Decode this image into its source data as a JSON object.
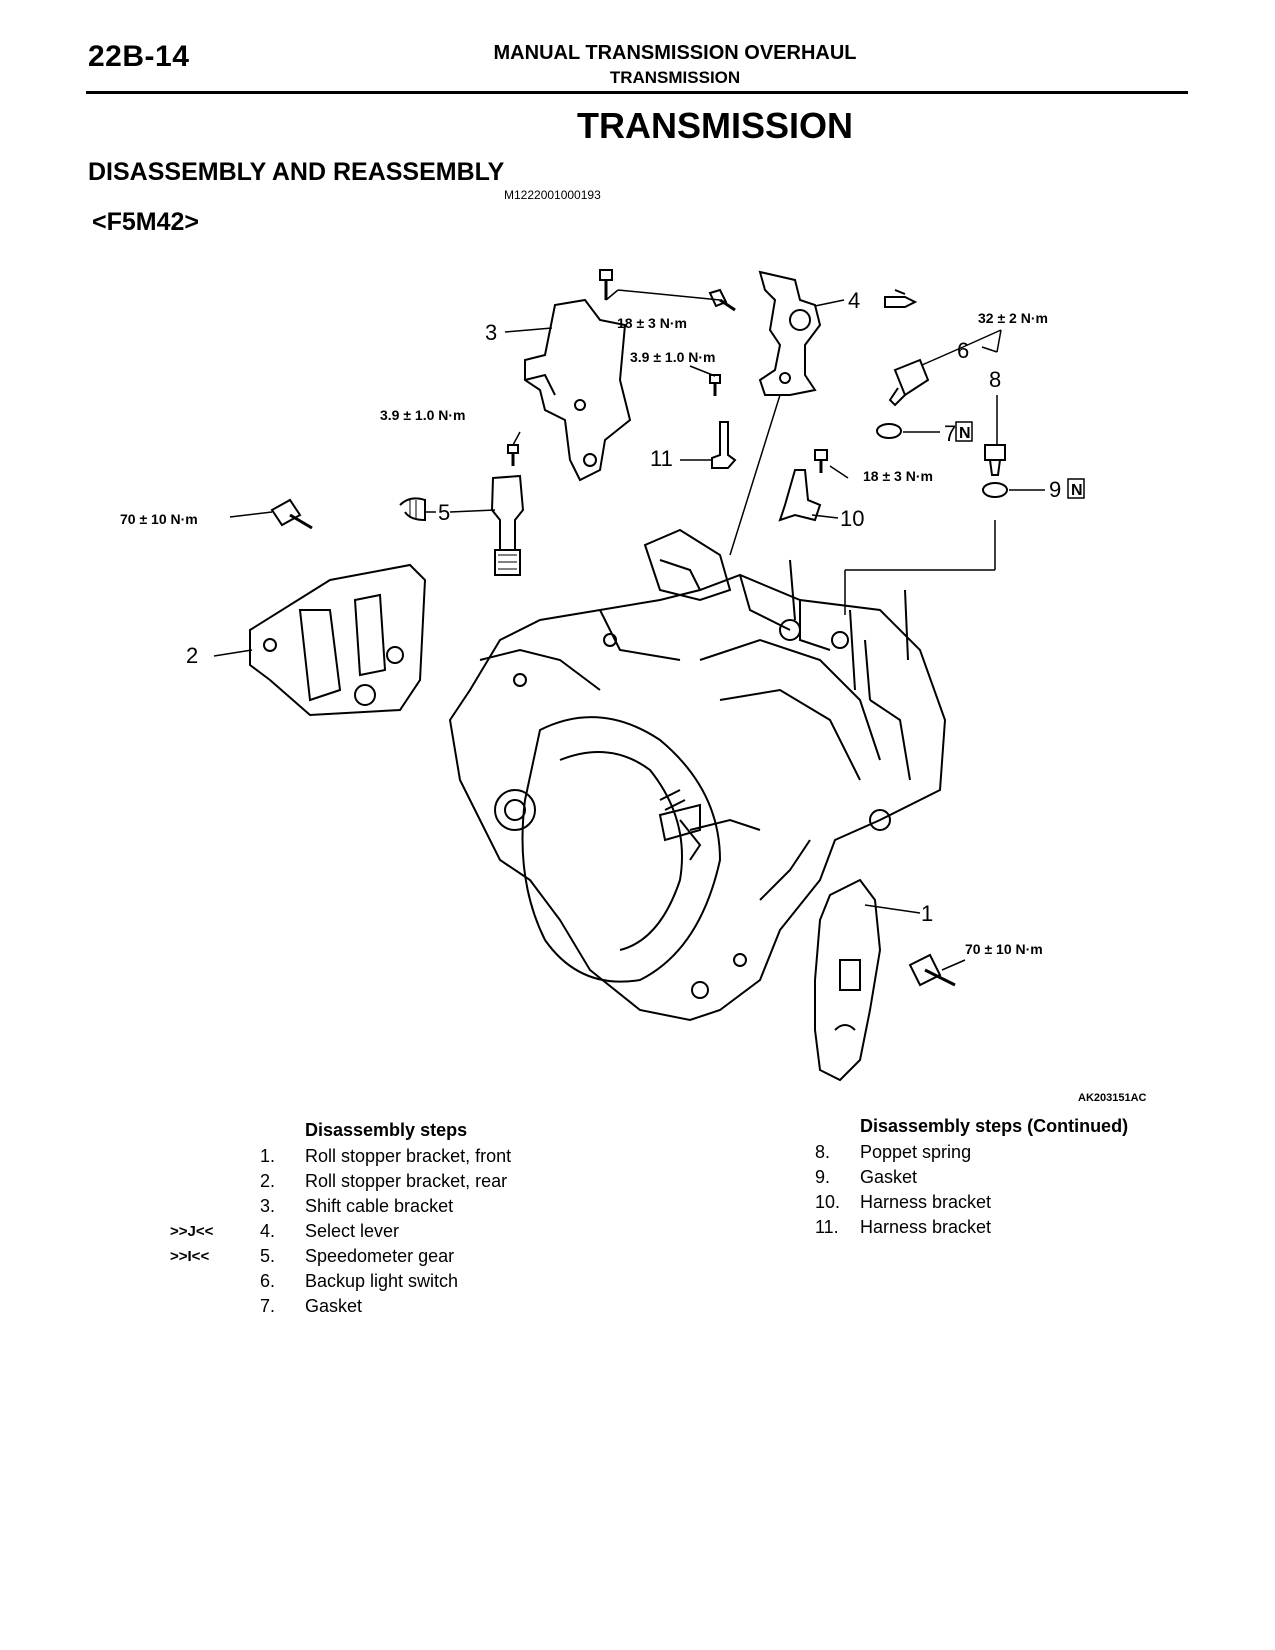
{
  "header": {
    "page_number": "22B-14",
    "title": "MANUAL TRANSMISSION OVERHAUL",
    "subtitle": "TRANSMISSION"
  },
  "main_title": "TRANSMISSION",
  "section_title": "DISASSEMBLY AND REASSEMBLY",
  "doc_code": "M1222001000193",
  "model": "<F5M42>",
  "figure": {
    "code": "AK203151AC",
    "callouts": [
      "1",
      "2",
      "3",
      "4",
      "5",
      "6",
      "7",
      "8",
      "9",
      "10",
      "11"
    ],
    "torques": {
      "t_18_top": "18 ± 3 N·m",
      "t_39_top": "3.9 ± 1.0 N·m",
      "t_39_left": "3.9 ± 1.0 N·m",
      "t_32": "32 ± 2 N·m",
      "t_18_mid": "18 ± 3 N·m",
      "t_70_left": "70 ± 10 N·m",
      "t_70_right": "70 ± 10 N·m"
    },
    "new_part_mark": "N"
  },
  "steps_left": {
    "heading": "Disassembly steps",
    "items": [
      {
        "mark": "",
        "num": "1.",
        "label": "Roll stopper bracket, front"
      },
      {
        "mark": "",
        "num": "2.",
        "label": "Roll stopper bracket, rear"
      },
      {
        "mark": "",
        "num": "3.",
        "label": "Shift cable bracket"
      },
      {
        "mark": ">>J<<",
        "num": "4.",
        "label": "Select lever"
      },
      {
        "mark": ">>I<<",
        "num": "5.",
        "label": "Speedometer gear"
      },
      {
        "mark": "",
        "num": "6.",
        "label": "Backup light switch"
      },
      {
        "mark": "",
        "num": "7.",
        "label": "Gasket"
      }
    ]
  },
  "steps_right": {
    "heading": "Disassembly steps (Continued)",
    "items": [
      {
        "num": "8.",
        "label": "Poppet spring"
      },
      {
        "num": "9.",
        "label": "Gasket"
      },
      {
        "num": "10.",
        "label": "Harness bracket"
      },
      {
        "num": "11.",
        "label": "Harness bracket"
      }
    ]
  }
}
